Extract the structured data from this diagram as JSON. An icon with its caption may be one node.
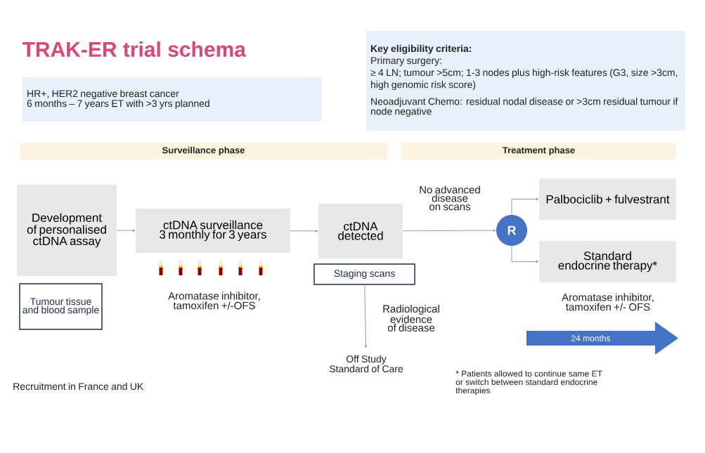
{
  "diagram": {
    "title": "TRAK-ER trial schema",
    "nodes": [
      {
        "text": [
          "HR+, HER2 negative breast cancer",
          "6 months – 7 years ET with >3 yrs planned"
        ]
      },
      {
        "text": [
          "Key eligibility criteria:",
          "Primary surgery:",
          "≥ 4 LN; tumour >5cm; 1-3 nodes plus high-risk features (G3, size >3cm, high genomic risk score)",
          "Neoadjuvant Chemo: residual nodal disease or >3cm residual tumour if node negative"
        ]
      },
      {
        "text": [
          "Surveillance phase"
        ]
      },
      {
        "text": [
          "Treatment phase"
        ]
      },
      {
        "text": [
          "Development of personalised ctDNA assay"
        ]
      },
      {
        "text": [
          "Tumour tissue and blood sample"
        ]
      },
      {
        "text": [
          "ctDNA surveillance 3 monthly for 3 years"
        ],
        "beside": [
          "Aromatase inhibitor, tamoxifen +/-OFS"
        ]
      },
      {
        "text": [
          "ctDNA detected"
        ]
      },
      {
        "text": [
          "Staging scans"
        ]
      },
      {
        "text": [
          "Off Study Standard of Care"
        ]
      },
      {
        "text": [
          "R"
        ]
      },
      {
        "text": [
          "Palbociclib + fulvestrant"
        ]
      },
      {
        "text": [
          "Standard endocrine therapy*"
        ],
        "beside": [
          "Aromatase inhibitor, tamoxifen +/- OFS"
        ]
      },
      {
        "text": [
          "24 months"
        ]
      }
    ],
    "edges": [
      {
        "from": 4,
        "to": 6,
        "arrow": "to"
      },
      {
        "from": 6,
        "to": 7,
        "arrow": "to"
      },
      {
        "from": 7,
        "to": 10,
        "arrow": "to",
        "label": "No advanced disease on scans"
      },
      {
        "from": 8,
        "to": 9,
        "arrow": "to",
        "label": "Radiological evidence of disease"
      },
      {
        "from": 10,
        "to": 11,
        "arrow": "to"
      },
      {
        "from": 10,
        "to": 12,
        "arrow": "to"
      }
    ],
    "labels": [
      "Recruitment in France and UK",
      "* Patients allowed to continue same ET or switch between standard endocrine therapies"
    ]
  }
}
